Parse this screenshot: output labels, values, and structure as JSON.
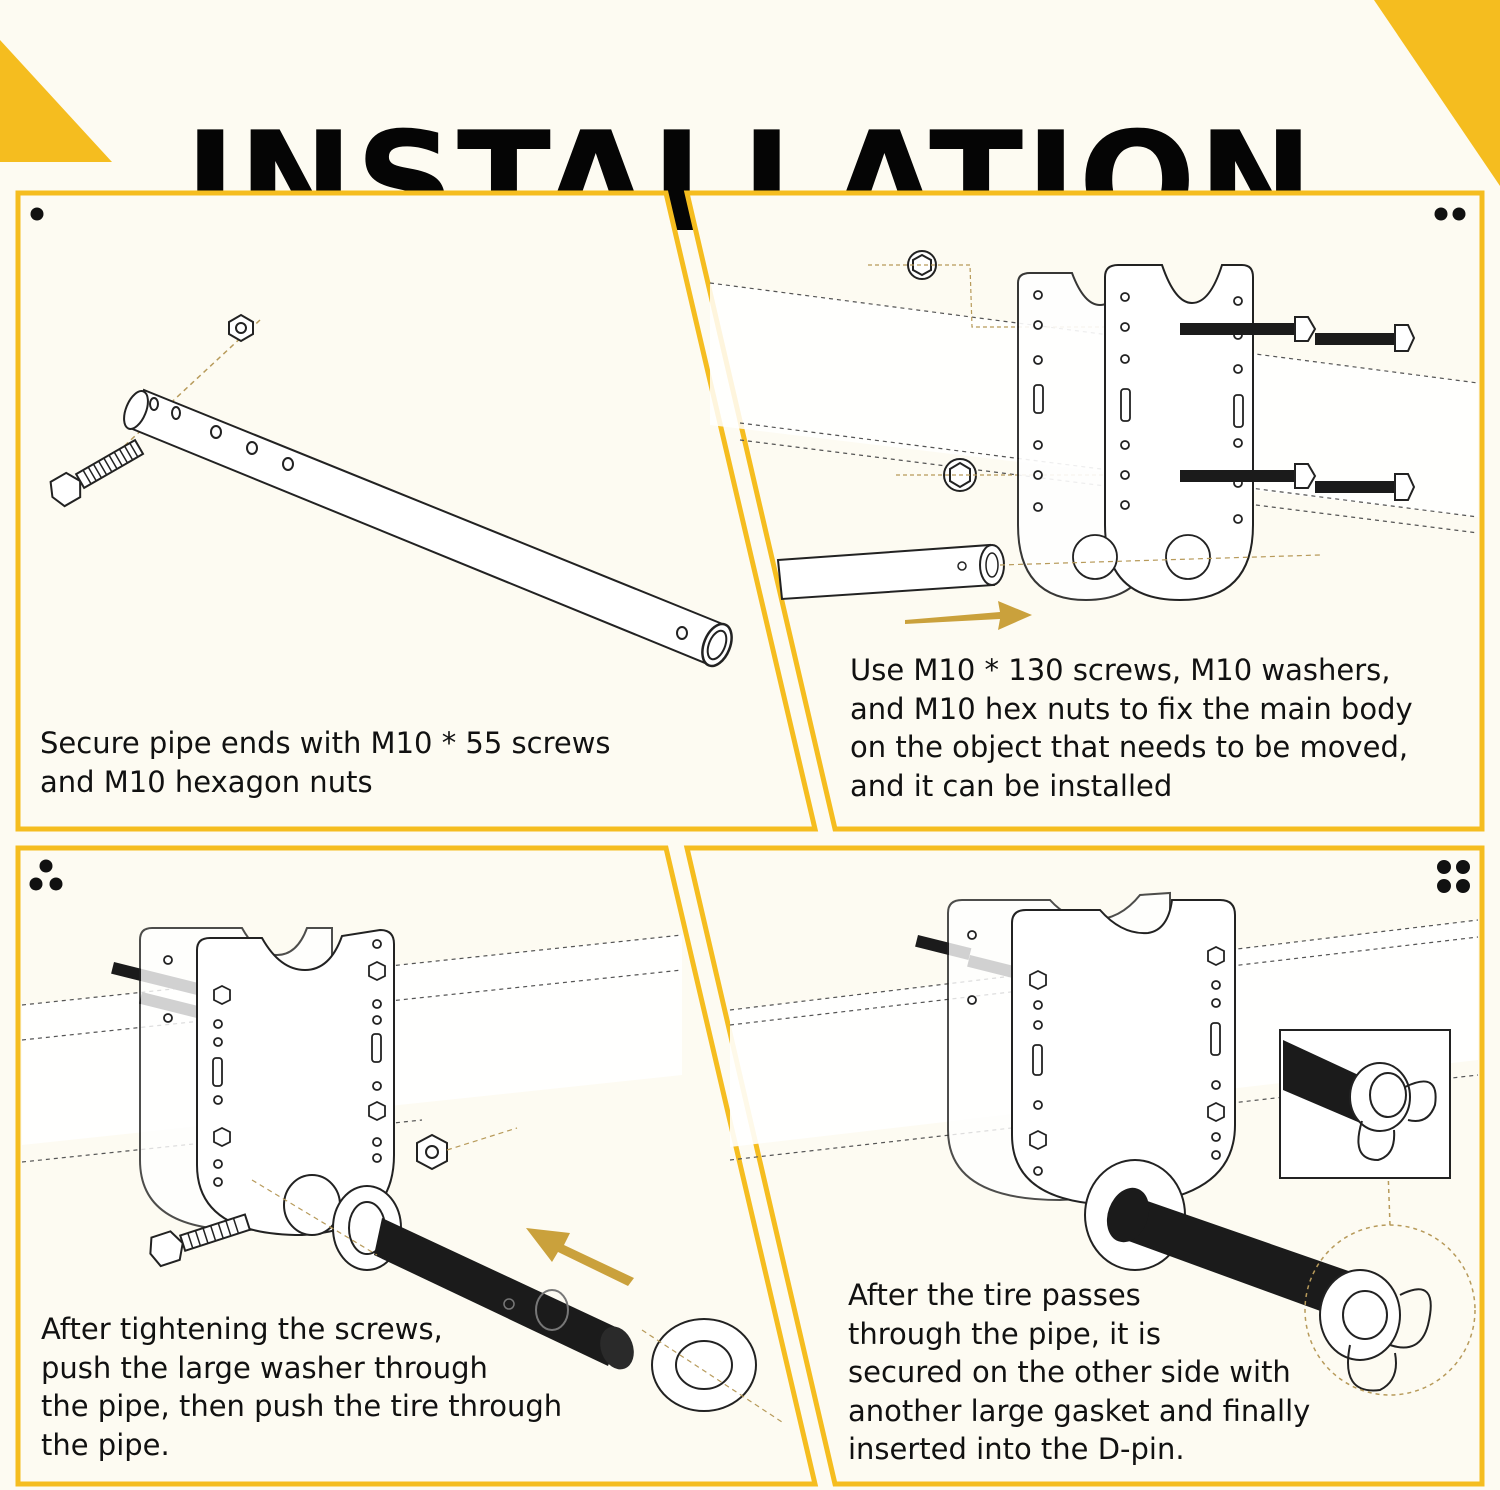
{
  "title": "INSTALLATION",
  "accent_color": "#f5bd1f",
  "background_color": "#fdfbf2",
  "gold_arrow_color": "#caa13c",
  "steps": [
    {
      "marker_icon": "one-dot-icon",
      "caption_lines": [
        "Secure pipe ends with M10 * 55 screws",
        "and M10 hexagon nuts"
      ]
    },
    {
      "marker_icon": "two-dots-icon",
      "caption_lines": [
        "Use M10 * 130 screws, M10 washers,",
        "and M10 hex nuts to fix the main body",
        "on the object that needs to be moved,",
        "and it can be installed"
      ]
    },
    {
      "marker_icon": "three-dots-icon",
      "caption_lines": [
        "After tightening the screws,",
        "push the large washer through",
        "the pipe, then push the tire through",
        "the pipe."
      ]
    },
    {
      "marker_icon": "four-dots-icon",
      "caption_lines": [
        "After the tire passes",
        "through the pipe, it is",
        "secured on the other side with",
        "another large gasket and finally",
        "inserted into the D-pin."
      ]
    }
  ]
}
